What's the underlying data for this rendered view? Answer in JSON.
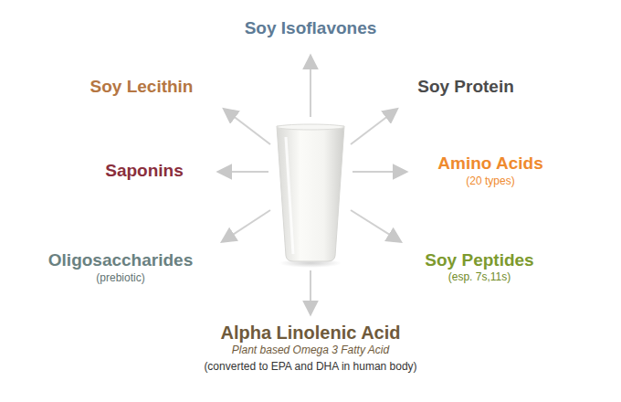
{
  "diagram": {
    "labels": [
      "Soy Isoflavones",
      "Soy Lecithin",
      "Soy Protein",
      "Saponins",
      "Amino Acids",
      "(20 types)",
      "Oligosaccharides",
      "(prebiotic)",
      "Soy Peptides",
      "(esp. 7s,11s)",
      "Alpha Linolenic Acid",
      "Plant based Omega 3 Fatty Acid",
      "(converted to EPA and DHA in human body)"
    ]
  }
}
